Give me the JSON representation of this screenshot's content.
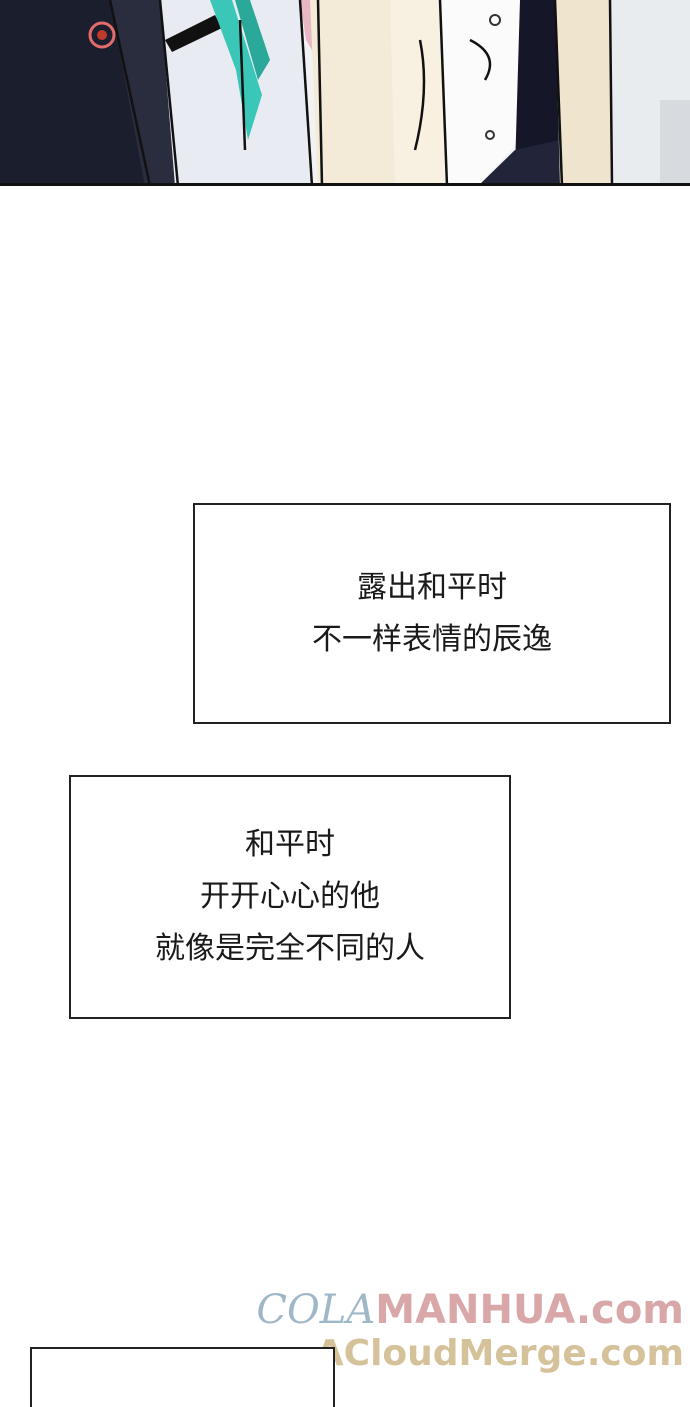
{
  "captions": [
    {
      "lines": [
        "露出和平时",
        "不一样表情的辰逸"
      ]
    },
    {
      "lines": [
        "和平时",
        "开开心心的他",
        "就像是完全不同的人"
      ]
    },
    {
      "lines": []
    }
  ],
  "watermark": {
    "line1_part1": "COLA",
    "line1_part2": "MANHUA",
    "line1_part3": ".com",
    "line2": "ACloudMerge.com"
  }
}
